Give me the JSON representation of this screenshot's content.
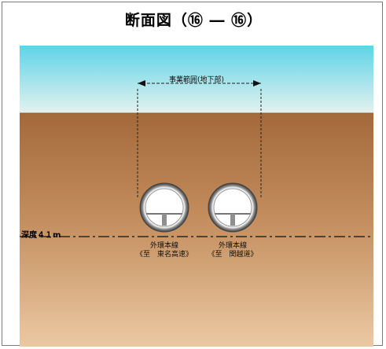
{
  "title": "断面図（⑯ ― ⑯）",
  "project_range_label": "事業範囲(地下部)",
  "depth_label": "深度４１m",
  "tunnels": [
    {
      "name": "外環本線",
      "destination": "《至　東名高速》"
    },
    {
      "name": "外環本線",
      "destination": "《至　関越道》"
    }
  ],
  "colors": {
    "sky_top": "#5fd3e8",
    "sky_bottom": "#e4f2ee",
    "ground_top": "#a4693a",
    "ground_bottom": "#e9c69e",
    "tunnel_fill": "#ffffff",
    "tunnel_ring": "#6f6f6f"
  }
}
